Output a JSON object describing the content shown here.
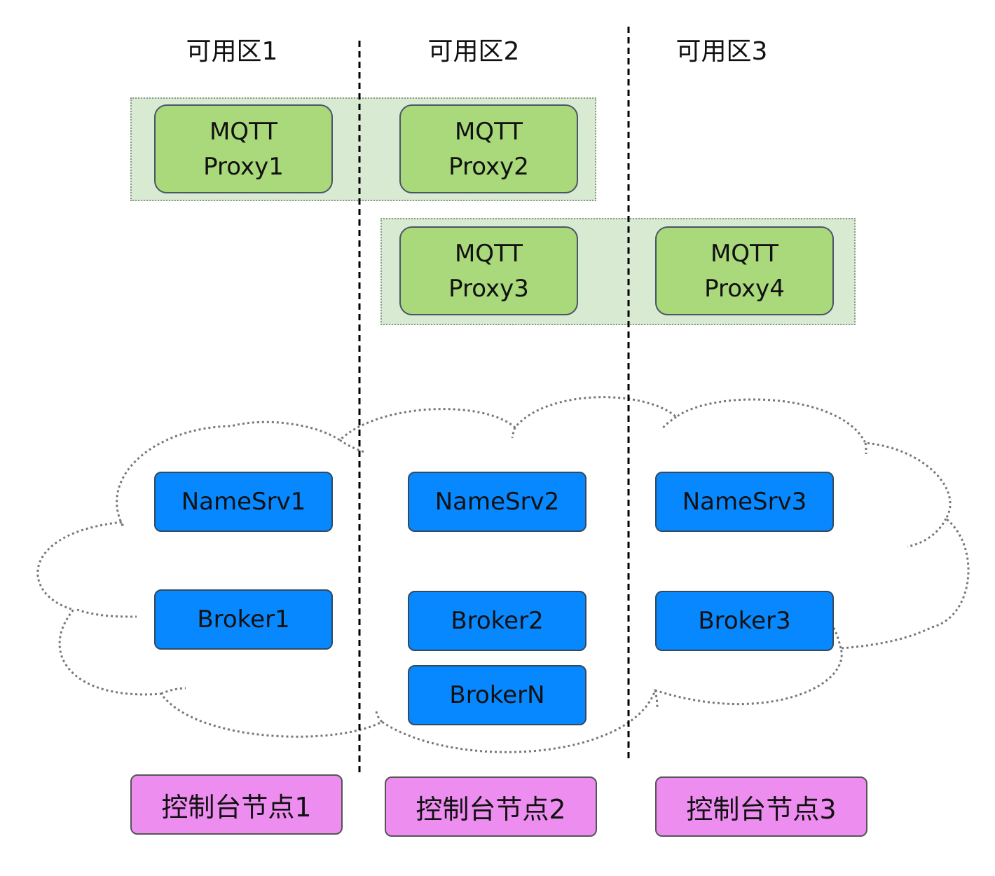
{
  "zones": [
    {
      "title": "可用区1"
    },
    {
      "title": "可用区2"
    },
    {
      "title": "可用区3"
    }
  ],
  "proxies": [
    {
      "line1": "MQTT",
      "line2": "Proxy1"
    },
    {
      "line1": "MQTT",
      "line2": "Proxy2"
    },
    {
      "line1": "MQTT",
      "line2": "Proxy3"
    },
    {
      "line1": "MQTT",
      "line2": "Proxy4"
    }
  ],
  "nameservers": [
    {
      "label": "NameSrv1"
    },
    {
      "label": "NameSrv2"
    },
    {
      "label": "NameSrv3"
    }
  ],
  "brokers": [
    {
      "label": "Broker1"
    },
    {
      "label": "Broker2"
    },
    {
      "label": "BrokerN"
    },
    {
      "label": "Broker3"
    }
  ],
  "consoles": [
    {
      "label": "控制台节点1"
    },
    {
      "label": "控制台节点2"
    },
    {
      "label": "控制台节点3"
    }
  ],
  "colors": {
    "proxy_fill": "#a9d97a",
    "proxy_group_fill": "#d9ead3",
    "service_fill": "#0788ff",
    "console_fill": "#ee8df0",
    "cloud_stroke": "#777777"
  }
}
